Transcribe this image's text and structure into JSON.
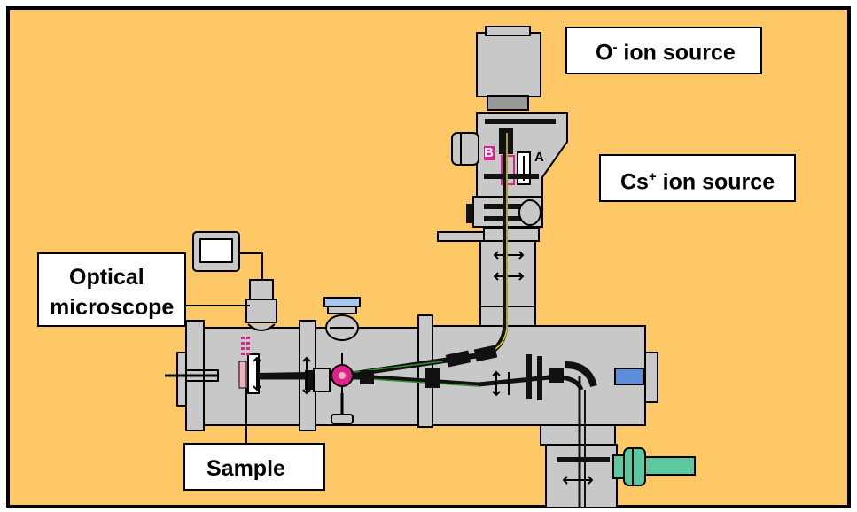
{
  "labels": {
    "o_ion_source_prefix": "O",
    "o_ion_source_sup": "-",
    "o_ion_source_rest": " ion source",
    "cs_ion_source_prefix": "Cs",
    "cs_ion_source_sup": "+",
    "cs_ion_source_rest": " ion source",
    "optical_microscope_line1": "Optical",
    "optical_microscope_line2": "microscope",
    "sample": "Sample",
    "marker_a": "A",
    "marker_b": "B"
  },
  "colors": {
    "background": "#ffc866",
    "frame": "#000000",
    "chamber": "#c8c8c8",
    "chamber_dark": "#999999",
    "beam_green": "#2e8b2e",
    "beam_yellow": "#e8d800",
    "magenta": "#e0208c",
    "pink": "#f0b0c0",
    "blue_window": "#5b8fdc",
    "light_blue": "#a8c8f0",
    "teal": "#5cc8a0"
  }
}
